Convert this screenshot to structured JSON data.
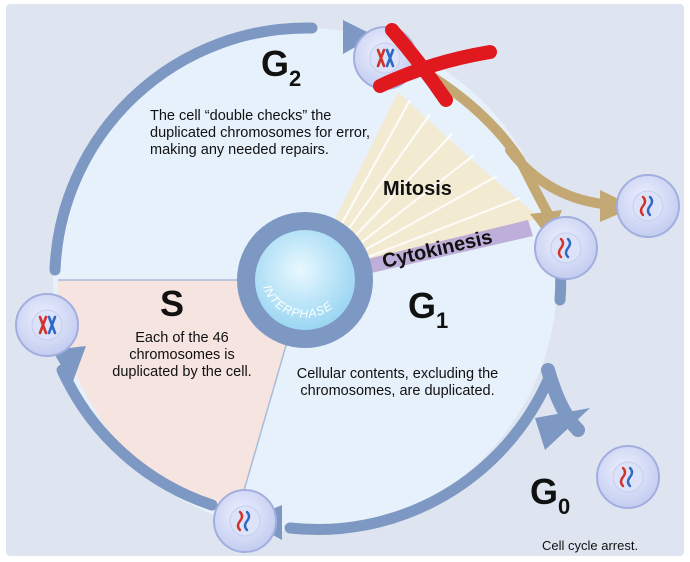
{
  "phases": {
    "g2": {
      "letter": "G",
      "sub": "2",
      "description": "The cell “double checks” the duplicated chromosomes for error, making any needed repairs."
    },
    "s": {
      "letter": "S",
      "description": "Each of the 46 chromosomes is duplicated by the cell."
    },
    "g1": {
      "letter": "G",
      "sub": "1",
      "description": "Cellular contents, excluding the chromosomes, are duplicated."
    },
    "g0": {
      "letter": "G",
      "sub": "0",
      "description": "Cell cycle arrest."
    }
  },
  "labels": {
    "mitosis": "Mitosis",
    "cytokinesis": "Cytokinesis",
    "interphase": "INTERPHASE"
  },
  "colors": {
    "ring": "#7d98c3",
    "g_region": "#e6f1fb",
    "s_region": "#f6e4e0",
    "mitosis_fan": "#f3ead2",
    "mitosis_arrow": "#c3a873",
    "cytokinesis_band": "#b9a6d6",
    "cell_fill": "#d7ddf5",
    "stop_x": "#e0191f",
    "chromosome_red": "#d2322a",
    "chromosome_blue": "#2f68c4"
  },
  "icons": [
    "stop-x-icon",
    "cell-icon",
    "chromosome-icon",
    "cycle-arrow-icon"
  ]
}
